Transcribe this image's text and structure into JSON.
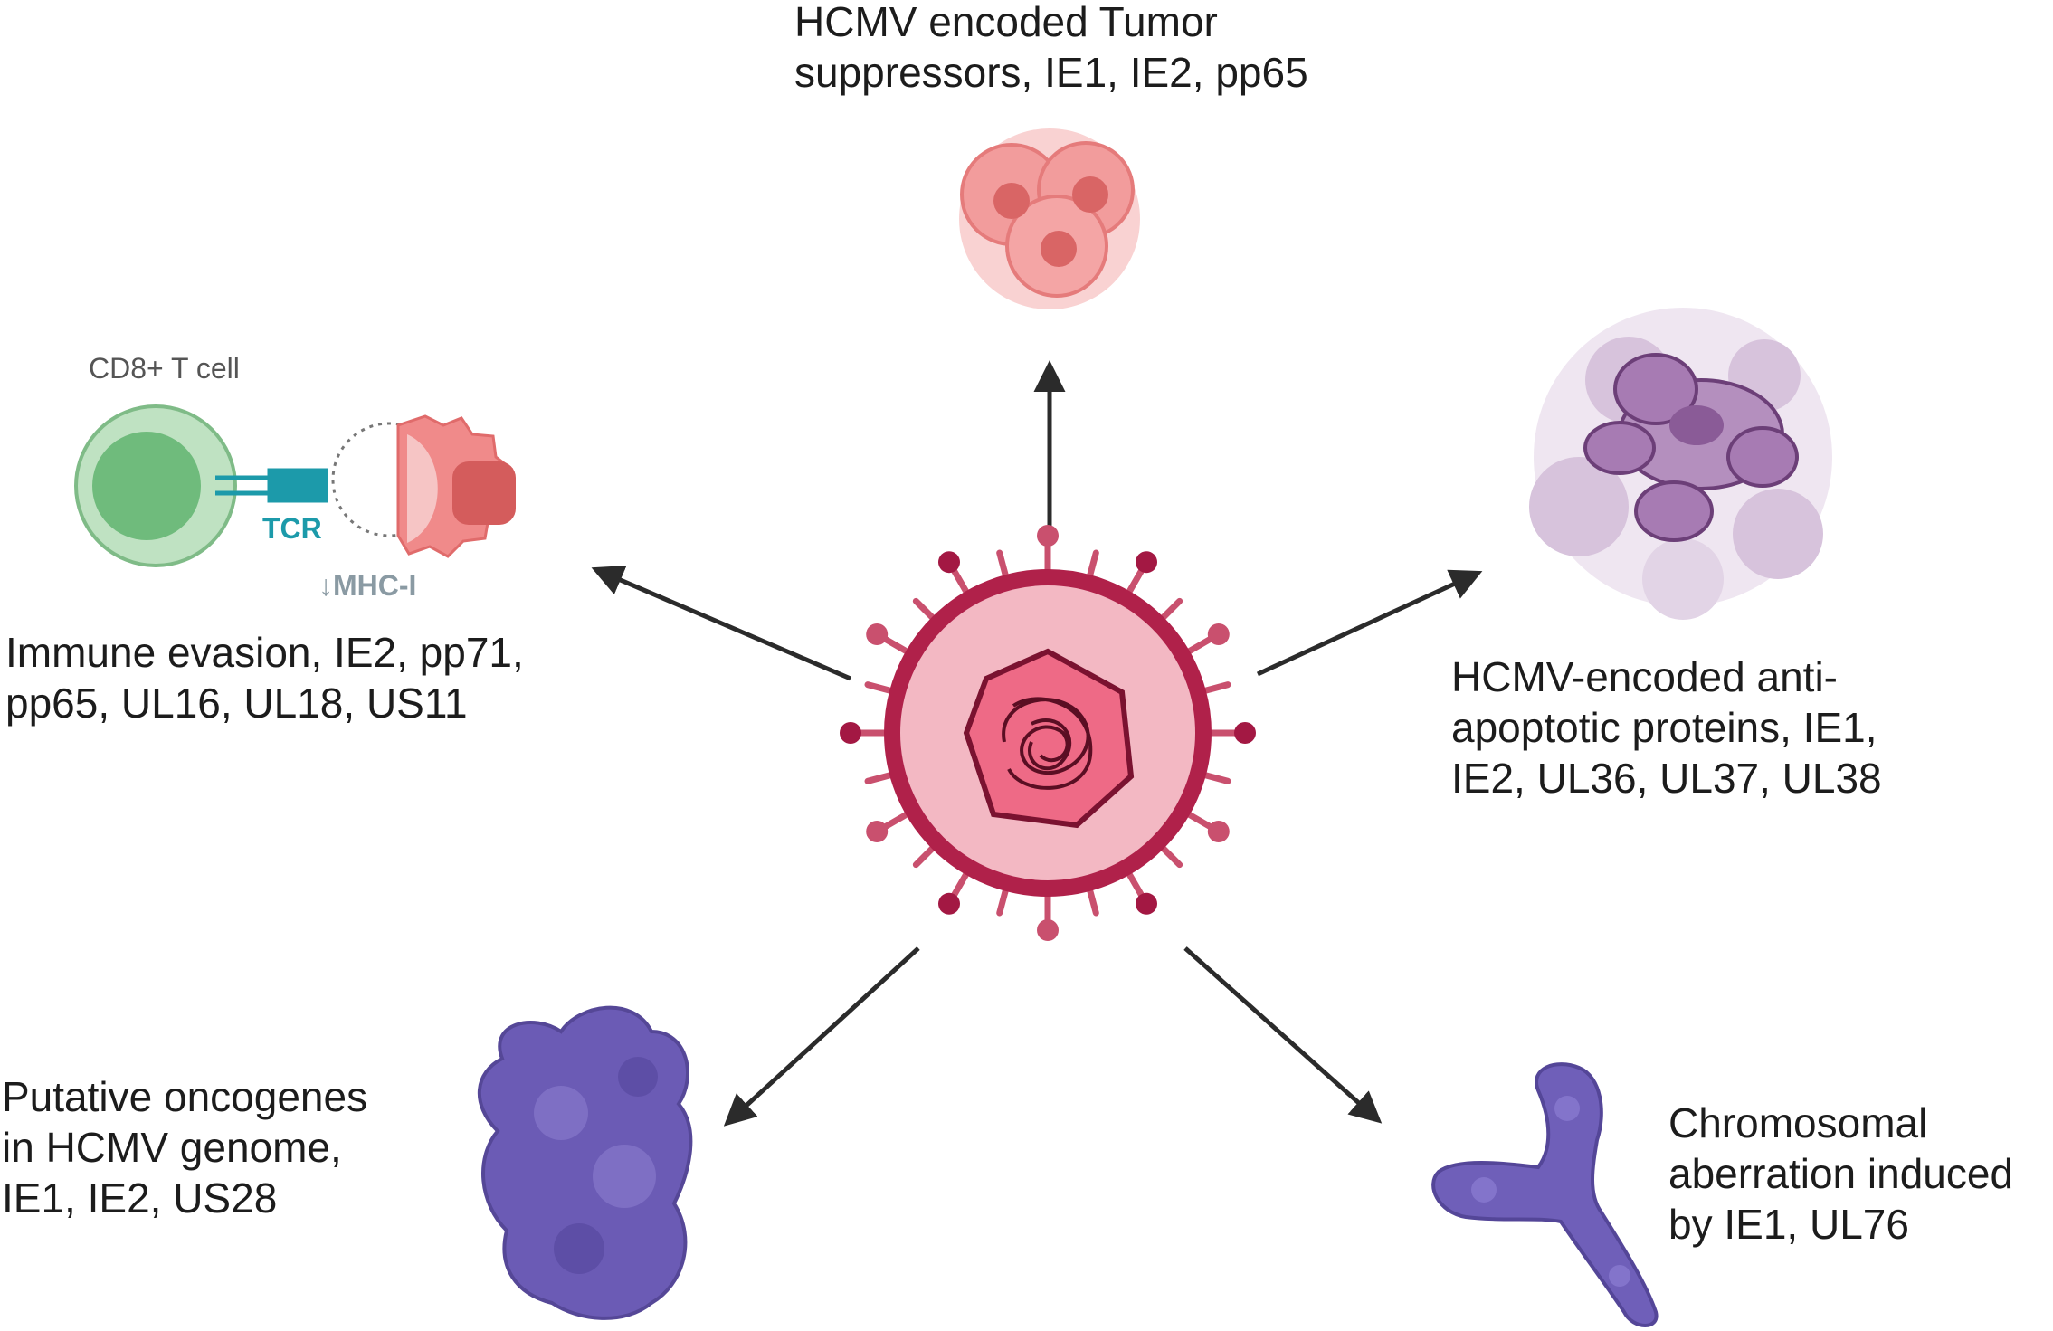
{
  "labels": {
    "top": {
      "line1": "HCMV encoded Tumor",
      "line2": "suppressors, IE1, IE2, pp65"
    },
    "left": {
      "line1": "Immune evasion, IE2, pp71,",
      "line2": "pp65, UL16, UL18, US11"
    },
    "right": {
      "line1": "HCMV-encoded anti-",
      "line2": "apoptotic proteins, IE1,",
      "line3": "IE2, UL36, UL37, UL38"
    },
    "bottom_left": {
      "line1": "Putative oncogenes",
      "line2": "in HCMV genome,",
      "line3": "IE1, IE2, US28"
    },
    "bottom_right": {
      "line1": "Chromosomal",
      "line2": "aberration induced",
      "line3": "by IE1, UL76"
    }
  },
  "immune_panel": {
    "cd8_label": "CD8+ T cell",
    "tcr_label": "TCR",
    "mhc_label": "↓MHC-I"
  },
  "colors": {
    "virus_ring": "#b0214a",
    "virus_fill": "#f3b8c3",
    "capsid": "#ee6a86",
    "t_cell": "#8fcb96",
    "tumor_cell": "#f08a8a",
    "apoptotic_cell": "#9a6fa6",
    "oncogene_blob": "#6b5bb5",
    "tcr": "#1c9aaa",
    "mhc_text": "#8a9aa3",
    "arrow": "#2b2b2b"
  },
  "icons": [
    "virus-icon",
    "tumor-cluster-icon",
    "t-cell-icon",
    "apoptotic-cell-icon",
    "protein-blob-icon",
    "chromosome-icon"
  ]
}
